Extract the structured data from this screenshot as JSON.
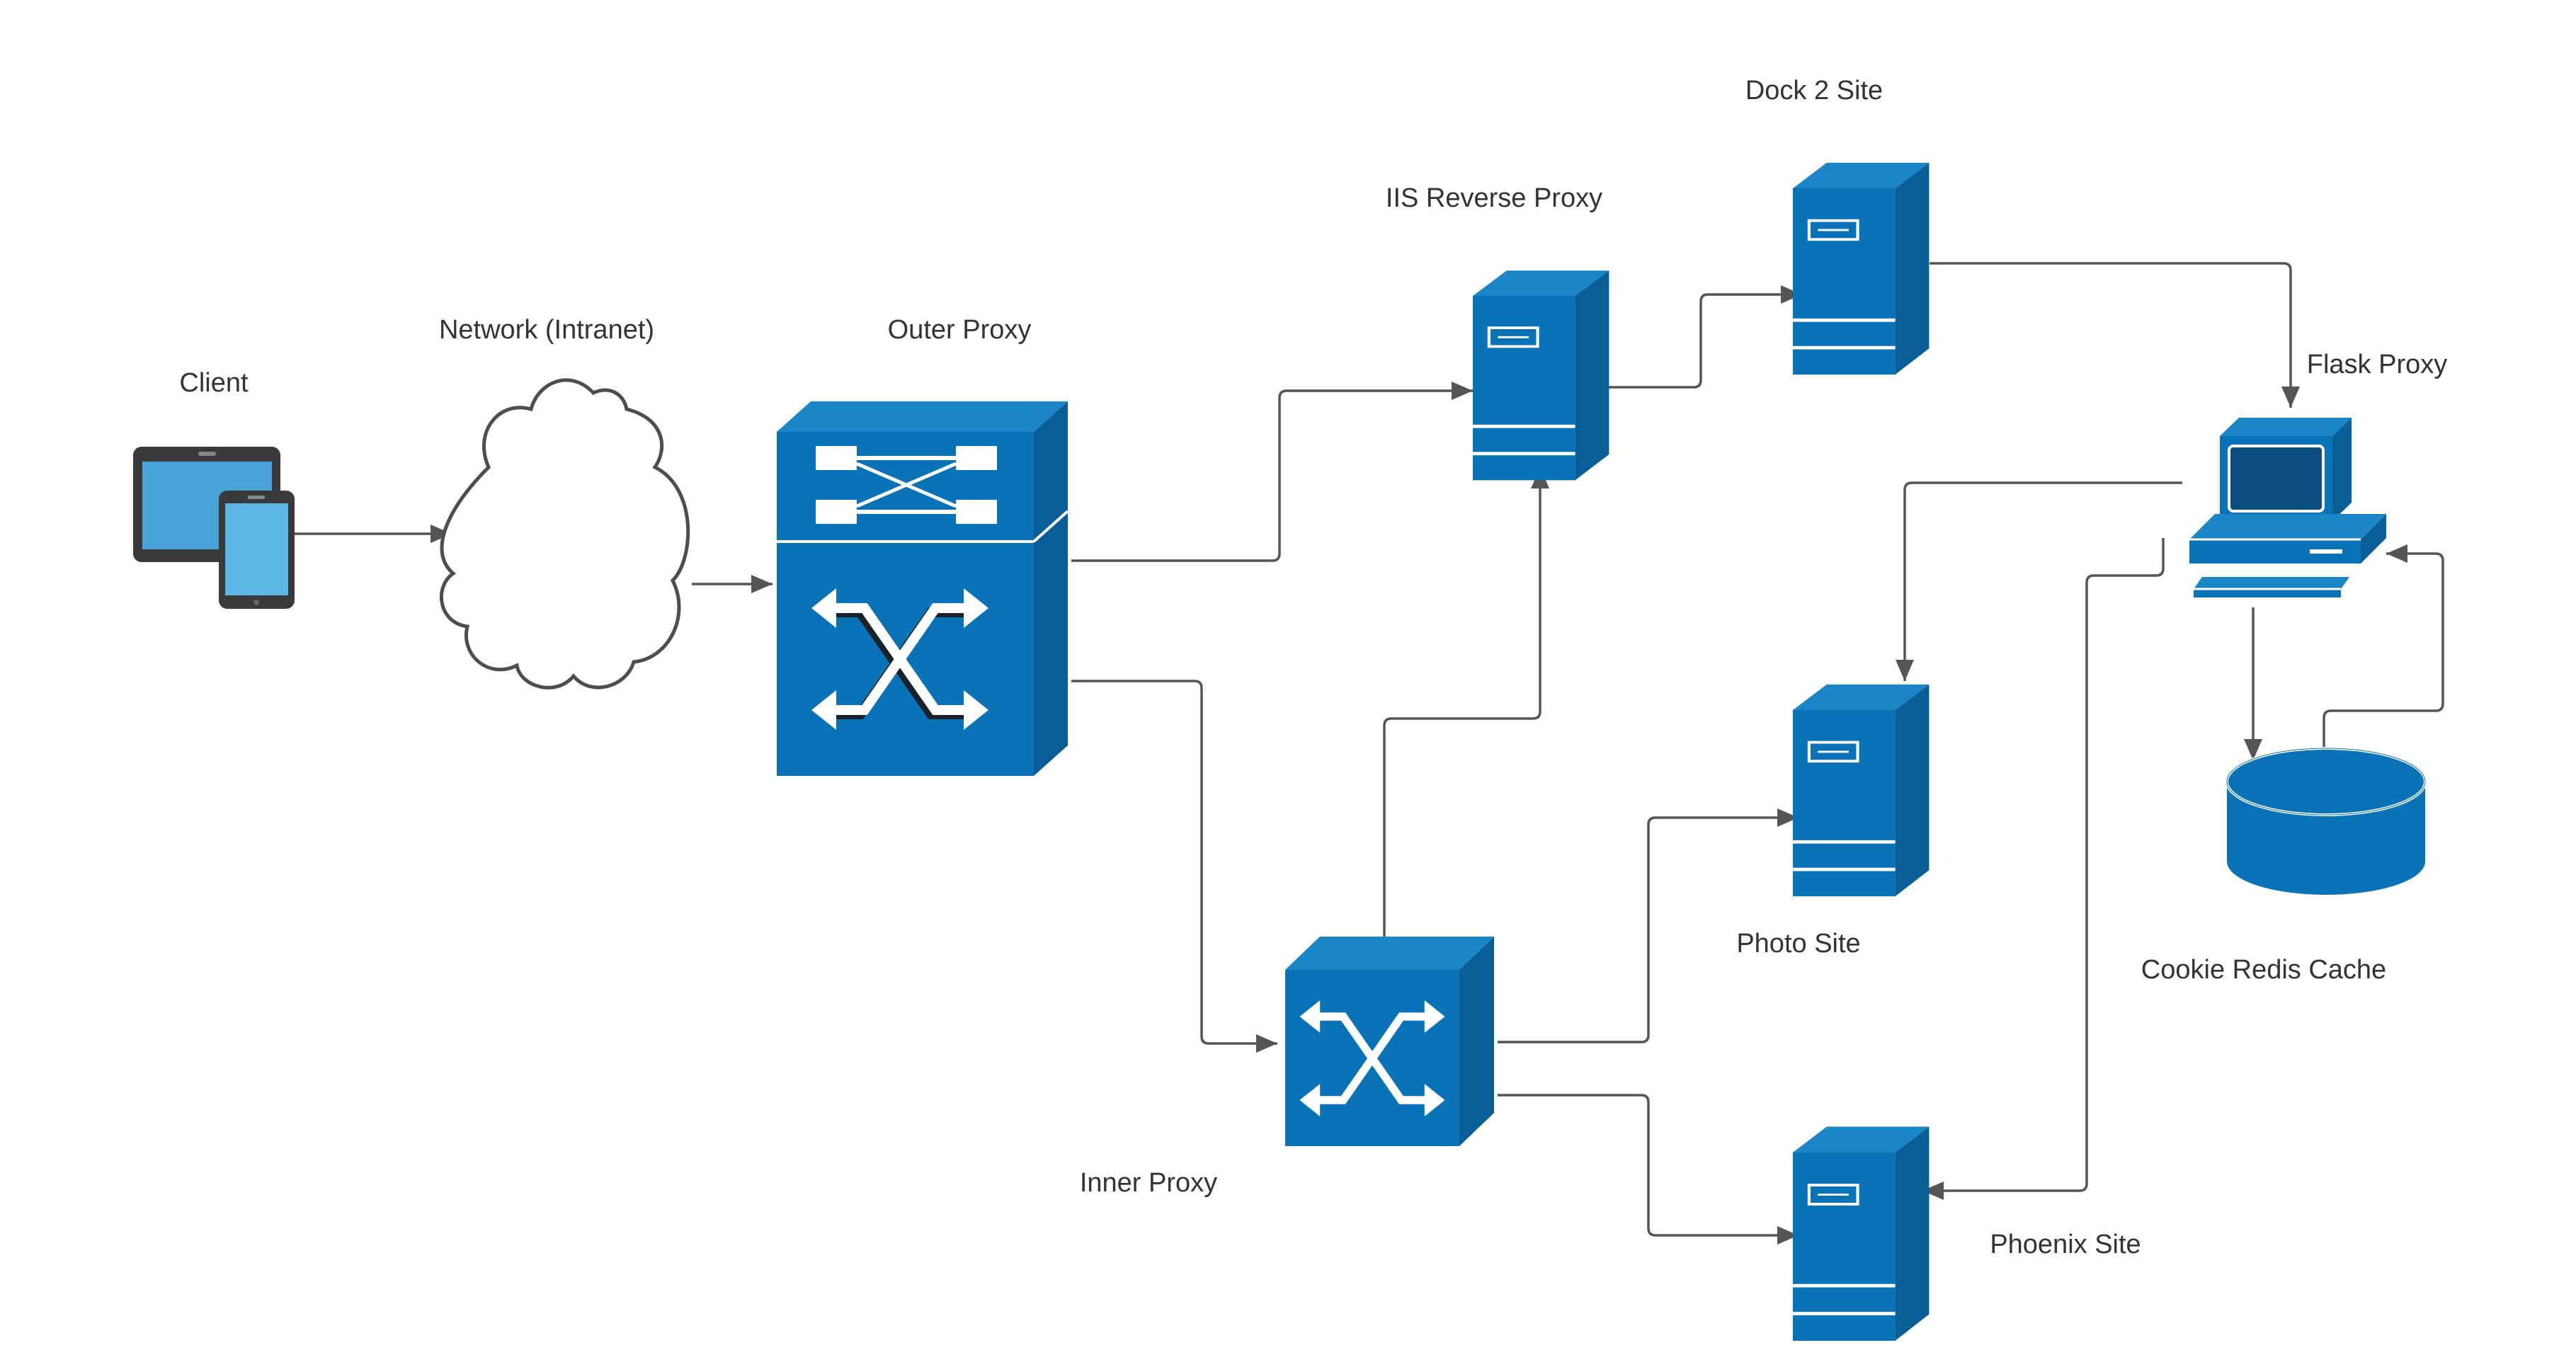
{
  "colors": {
    "device_front": "#0a73b7",
    "device_side": "#0a5e98",
    "device_top": "#1a86c8",
    "connector": "#555555",
    "label": "#333333"
  },
  "labels": {
    "client": "Client",
    "network": "Network (Intranet)",
    "outer_proxy": "Outer Proxy",
    "iis_reverse_proxy": "IIS Reverse Proxy",
    "dock2_site": "Dock 2 Site",
    "flask_proxy": "Flask Proxy",
    "photo_site": "Photo Site",
    "cookie_redis_cache": "Cookie Redis Cache",
    "inner_proxy": "Inner Proxy",
    "phoenix_site": "Phoenix Site"
  },
  "nodes": [
    {
      "id": "client",
      "icon": "tablet-phone-icon"
    },
    {
      "id": "network",
      "icon": "cloud-icon"
    },
    {
      "id": "outer_proxy",
      "icon": "multilayer-switch-icon"
    },
    {
      "id": "iis_reverse_proxy",
      "icon": "server-icon"
    },
    {
      "id": "dock2_site",
      "icon": "server-icon"
    },
    {
      "id": "flask_proxy",
      "icon": "workstation-icon"
    },
    {
      "id": "photo_site",
      "icon": "server-icon"
    },
    {
      "id": "cookie_redis_cache",
      "icon": "database-icon"
    },
    {
      "id": "inner_proxy",
      "icon": "switch-icon"
    },
    {
      "id": "phoenix_site",
      "icon": "server-icon"
    }
  ],
  "edges": [
    {
      "from": "client",
      "to": "network"
    },
    {
      "from": "network",
      "to": "outer_proxy"
    },
    {
      "from": "outer_proxy",
      "to": "iis_reverse_proxy"
    },
    {
      "from": "outer_proxy",
      "to": "inner_proxy"
    },
    {
      "from": "iis_reverse_proxy",
      "to": "dock2_site"
    },
    {
      "from": "inner_proxy",
      "to": "iis_reverse_proxy"
    },
    {
      "from": "inner_proxy",
      "to": "photo_site"
    },
    {
      "from": "inner_proxy",
      "to": "phoenix_site"
    },
    {
      "from": "dock2_site",
      "to": "flask_proxy"
    },
    {
      "from": "flask_proxy",
      "to": "photo_site"
    },
    {
      "from": "flask_proxy",
      "to": "phoenix_site"
    },
    {
      "from": "flask_proxy",
      "to": "cookie_redis_cache"
    },
    {
      "from": "cookie_redis_cache",
      "to": "flask_proxy"
    }
  ]
}
